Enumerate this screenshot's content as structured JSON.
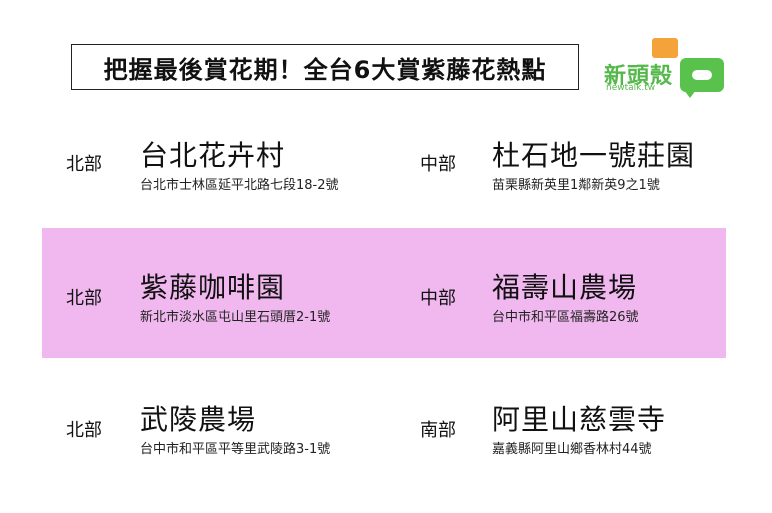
{
  "title": "把握最後賞花期！全台6大賞紫藤花熱點",
  "logo": {
    "name": "新頭殼",
    "domain": "newtalk.tw"
  },
  "colors": {
    "highlight_band": "#f0b8ef",
    "logo_green": "#58c24c",
    "logo_orange": "#f4a23a"
  },
  "rows": [
    {
      "left": {
        "region": "北部",
        "place": "台北花卉村",
        "address": "台北市士林區延平北路七段18-2號"
      },
      "right": {
        "region": "中部",
        "place": "杜石地一號莊園",
        "address": "苗栗縣新英里1鄰新英9之1號"
      }
    },
    {
      "left": {
        "region": "北部",
        "place": "紫藤咖啡園",
        "address": "新北市淡水區屯山里石頭厝2-1號"
      },
      "right": {
        "region": "中部",
        "place": "福壽山農場",
        "address": "台中市和平區福壽路26號"
      }
    },
    {
      "left": {
        "region": "北部",
        "place": "武陵農場",
        "address": "台中市和平區平等里武陵路3-1號"
      },
      "right": {
        "region": "南部",
        "place": "阿里山慈雲寺",
        "address": "嘉義縣阿里山鄉香林村44號"
      }
    }
  ]
}
